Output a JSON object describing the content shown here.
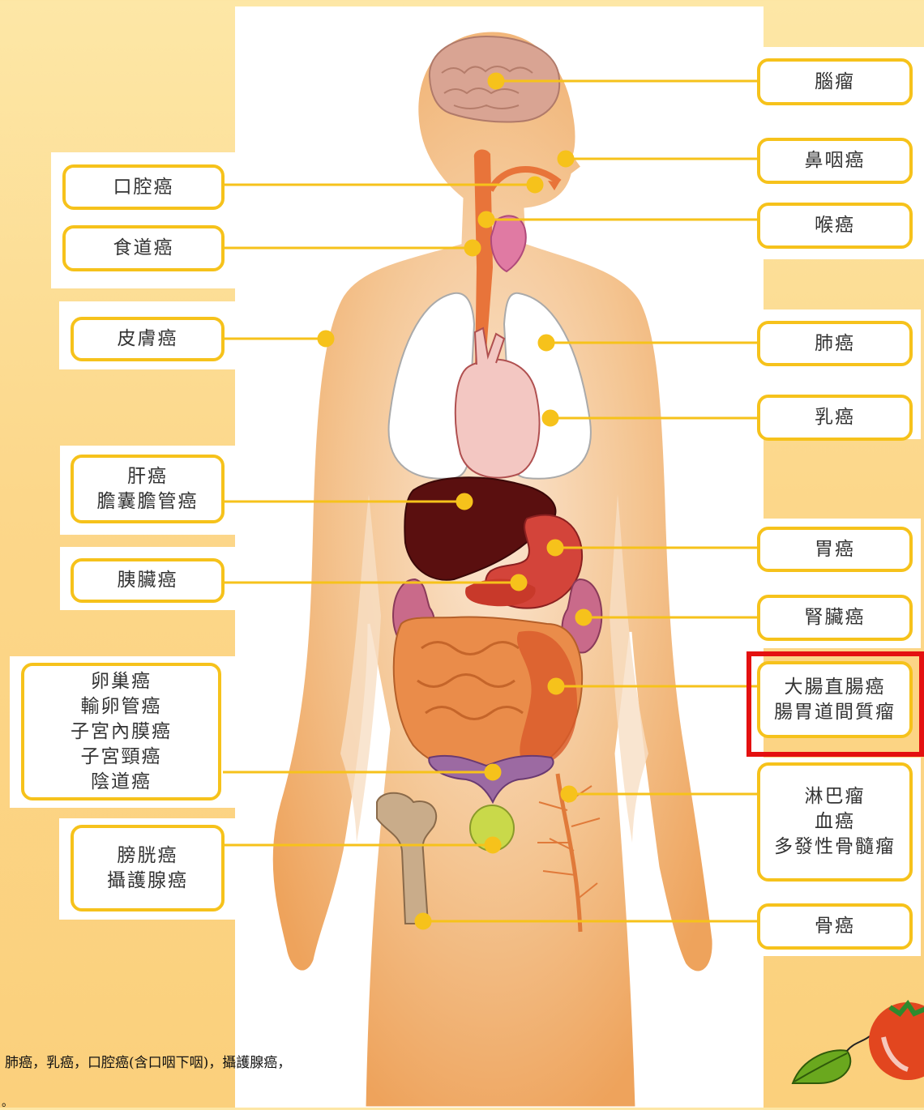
{
  "labels": {
    "brain": "腦瘤",
    "nasopharynx": "鼻咽癌",
    "throat": "喉癌",
    "lung": "肺癌",
    "breast": "乳癌",
    "stomach": "胃癌",
    "kidney": "腎臟癌",
    "colorectal": [
      "大腸直腸癌",
      "腸胃道間質瘤"
    ],
    "blood": [
      "淋巴瘤",
      "血癌",
      "多發性骨髓瘤"
    ],
    "bone": "骨癌",
    "oral": "口腔癌",
    "esophagus": "食道癌",
    "skin": "皮膚癌",
    "liver": [
      "肝癌",
      "膽囊膽管癌"
    ],
    "pancreas": "胰臟癌",
    "gynecologic": [
      "卵巢癌",
      "輸卵管癌",
      "子宮內膜癌",
      "子宮頸癌",
      "陰道癌"
    ],
    "urologic": [
      "膀胱癌",
      "攝護腺癌"
    ]
  },
  "caption": "肺癌，乳癌，口腔癌(含口咽下咽)，攝護腺癌，",
  "caption_tail": "。",
  "colors": {
    "label_border": "#f6c21b",
    "highlight": "#e41010",
    "body": "#f2b06c",
    "leader_dot": "#f6c21b"
  }
}
